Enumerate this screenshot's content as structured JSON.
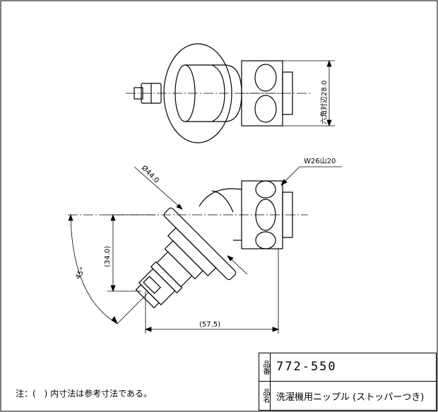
{
  "dimensions": {
    "hex_across_flats": "六角対辺28.0",
    "thread": "W26山20",
    "diameter": "Ø44.0",
    "height": "(34.0)",
    "angle": "45°",
    "length": "(57.5)"
  },
  "note": "注：(　) 内寸法は参考寸法である。",
  "title_block": {
    "part_no_label": "品番",
    "part_no": "772-550",
    "name_label": "品名",
    "name": "洗濯機用ニップル (ストッパーつき)"
  }
}
